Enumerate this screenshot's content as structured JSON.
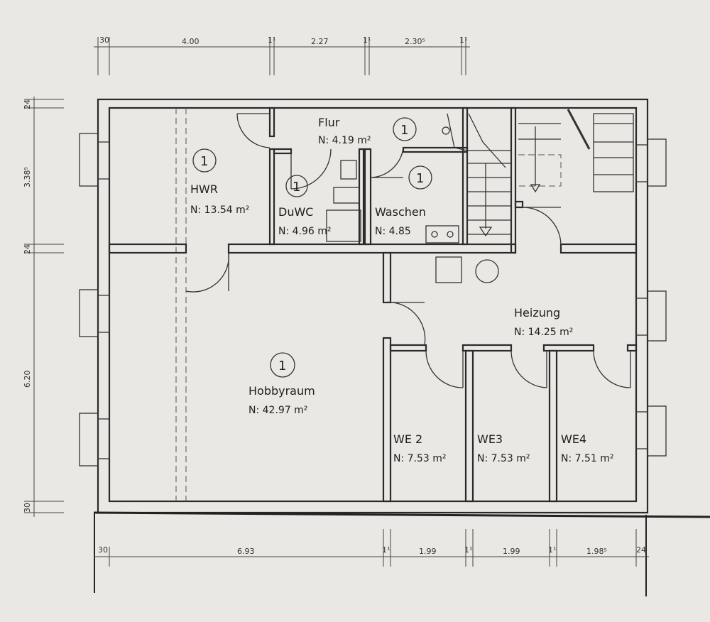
{
  "rooms": {
    "hwr": {
      "name": "HWR",
      "area": "N: 13.54 m²",
      "mark": "1"
    },
    "flur": {
      "name": "Flur",
      "area": "N: 4.19 m²",
      "mark": "1"
    },
    "duwc": {
      "name": "DuWC",
      "area": "N: 4.96 m²",
      "mark": "1"
    },
    "waschen": {
      "name": "Waschen",
      "area": "N: 4.85",
      "mark": "1"
    },
    "heizung": {
      "name": "Heizung",
      "area": "N: 14.25 m²"
    },
    "hobbyraum": {
      "name": "Hobbyraum",
      "area": "N: 42.97 m²",
      "mark": "1"
    },
    "we2": {
      "name": "WE 2",
      "area": "N: 7.53 m²"
    },
    "we3": {
      "name": "WE3",
      "area": "N: 7.53 m²"
    },
    "we4": {
      "name": "WE4",
      "area": "N: 7.51 m²"
    }
  },
  "dims_top": [
    "30",
    "4.00",
    "1¹",
    "2.27",
    "1¹",
    "2.30⁵",
    "1¹"
  ],
  "dims_bottom": [
    "30",
    "6.93",
    "1¹",
    "1.99",
    "1¹",
    "1.99",
    "1¹",
    "1.98⁵",
    "24"
  ],
  "dims_left": [
    "24",
    "3.38⁵",
    "24",
    "6.20",
    "30"
  ]
}
